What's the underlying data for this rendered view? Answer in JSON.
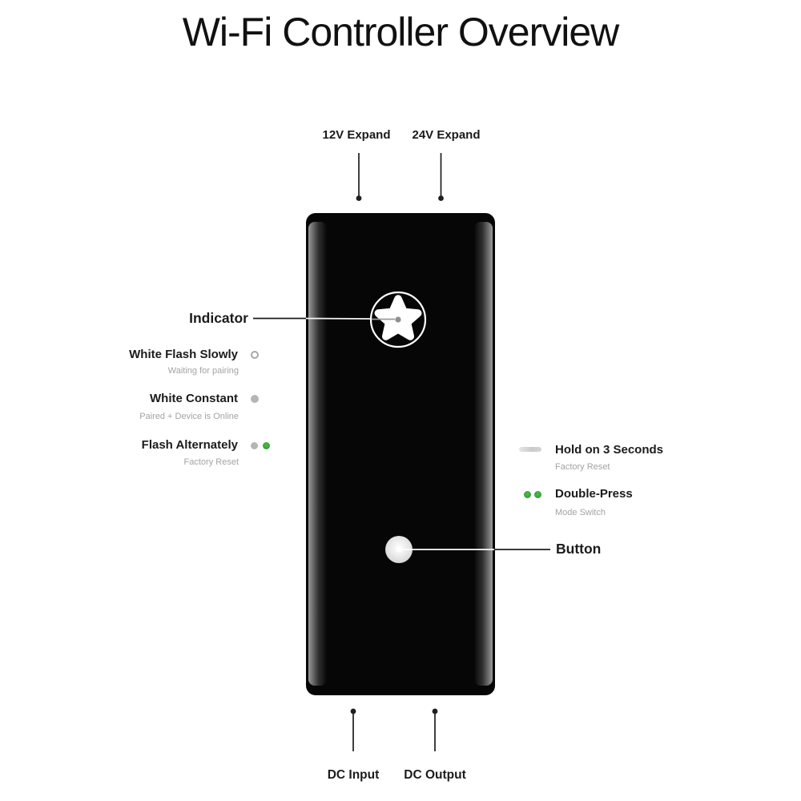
{
  "title": "Wi-Fi Controller Overview",
  "ports": {
    "top_left": "12V Expand",
    "top_right": "24V Expand",
    "bottom_left": "DC Input",
    "bottom_right": "DC Output"
  },
  "indicator": {
    "label": "Indicator",
    "states": [
      {
        "label": "White Flash Slowly",
        "desc": "Waiting for pairing"
      },
      {
        "label": "White Constant",
        "desc": "Paired + Device is Online"
      },
      {
        "label": "Flash Alternately",
        "desc": "Factory Reset"
      }
    ]
  },
  "button": {
    "label": "Button",
    "actions": [
      {
        "label": "Hold on 3 Seconds",
        "desc": "Factory Reset"
      },
      {
        "label": "Double-Press",
        "desc": "Mode Switch"
      }
    ]
  },
  "colors": {
    "green_led": "#3fa63f",
    "gray_led": "#b5b5b5",
    "muted_text": "#a3a3a3",
    "device_body": "#060606",
    "leader_line": "#1f1f1f"
  }
}
